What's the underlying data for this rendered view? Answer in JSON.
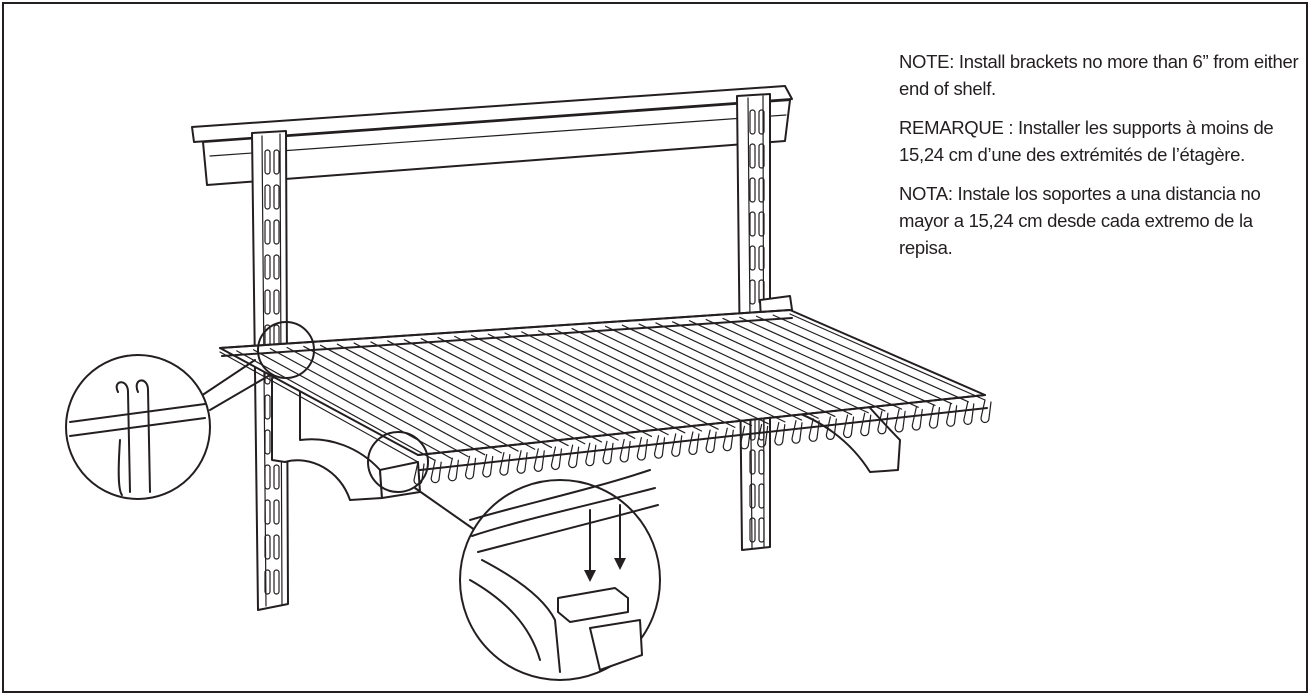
{
  "notes": {
    "english": "NOTE:  Install brackets no more than 6” from either end of shelf.",
    "french": "REMARQUE : Installer les supports à moins de 15,24 cm d’une des extrémités de l’étagère.",
    "spanish": "NOTA: Instale los soportes a una distancia no mayor a 15,24 cm desde cada extremo de la repisa."
  }
}
